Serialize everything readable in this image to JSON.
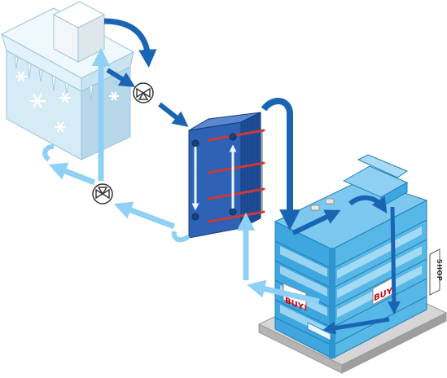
{
  "diagram": {
    "signs": {
      "buy_left": "BUY!",
      "buy_right": "BUY!",
      "shop": "SHOP"
    },
    "valves": [
      {
        "name": "upper-three-way-valve"
      },
      {
        "name": "lower-three-way-valve"
      }
    ],
    "colors": {
      "hot_flow": "#1a64b4",
      "cold_flow": "#8fd0f5",
      "heat_exchanger": "#2d62b5",
      "cold_store": "#dceef8",
      "office_glass": "#4bb0e3",
      "hot_pipe_red": "#c83a3a"
    }
  }
}
